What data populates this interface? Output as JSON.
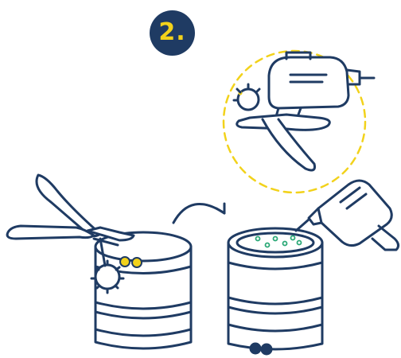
{
  "step": {
    "label": "2."
  },
  "colors": {
    "navy": "#1f3b63",
    "yellow": "#f2d21b",
    "teal": "#2aa876",
    "white": "#ffffff"
  },
  "icons": [
    "step-number-badge",
    "pliers-icon",
    "drill-icon",
    "rotating-arrow-icon",
    "can-icon",
    "detail-circle"
  ]
}
